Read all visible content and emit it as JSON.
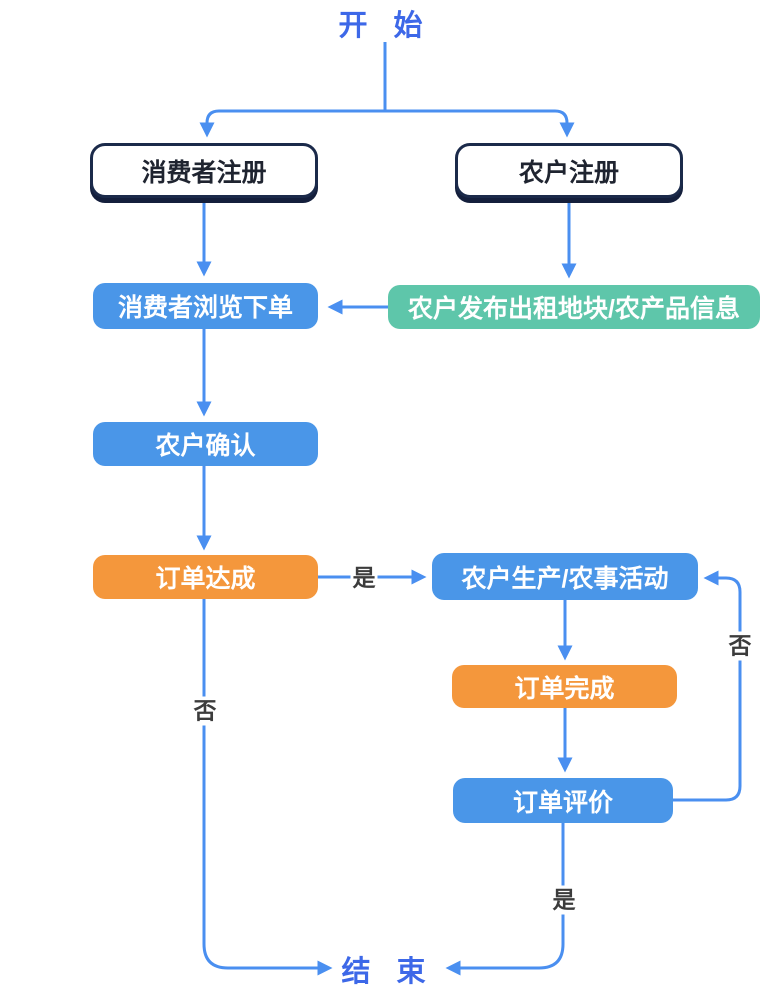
{
  "diagram": {
    "title": "开 始",
    "end": "结 束",
    "nodes": {
      "consumer_register": "消费者注册",
      "farmer_register": "农户注册",
      "consumer_browse": "消费者浏览下单",
      "farmer_publish": "农户发布出租地块/农产品信息",
      "farmer_confirm": "农户确认",
      "order_reached": "订单达成",
      "farmer_production": "农户生产/农事活动",
      "order_complete": "订单完成",
      "order_review": "订单评价"
    },
    "edge_labels": {
      "yes_right": "是",
      "no_left": "否",
      "no_loop": "否",
      "yes_bottom": "是"
    },
    "colors": {
      "line": "#4a8ff0",
      "blue_node": "#4a96e8",
      "green_node": "#5ec6aa",
      "orange_node": "#f4973c",
      "white_node_border": "#1b2a4a",
      "title_text": "#3d68e8",
      "label_text": "#3c3c3c"
    }
  }
}
